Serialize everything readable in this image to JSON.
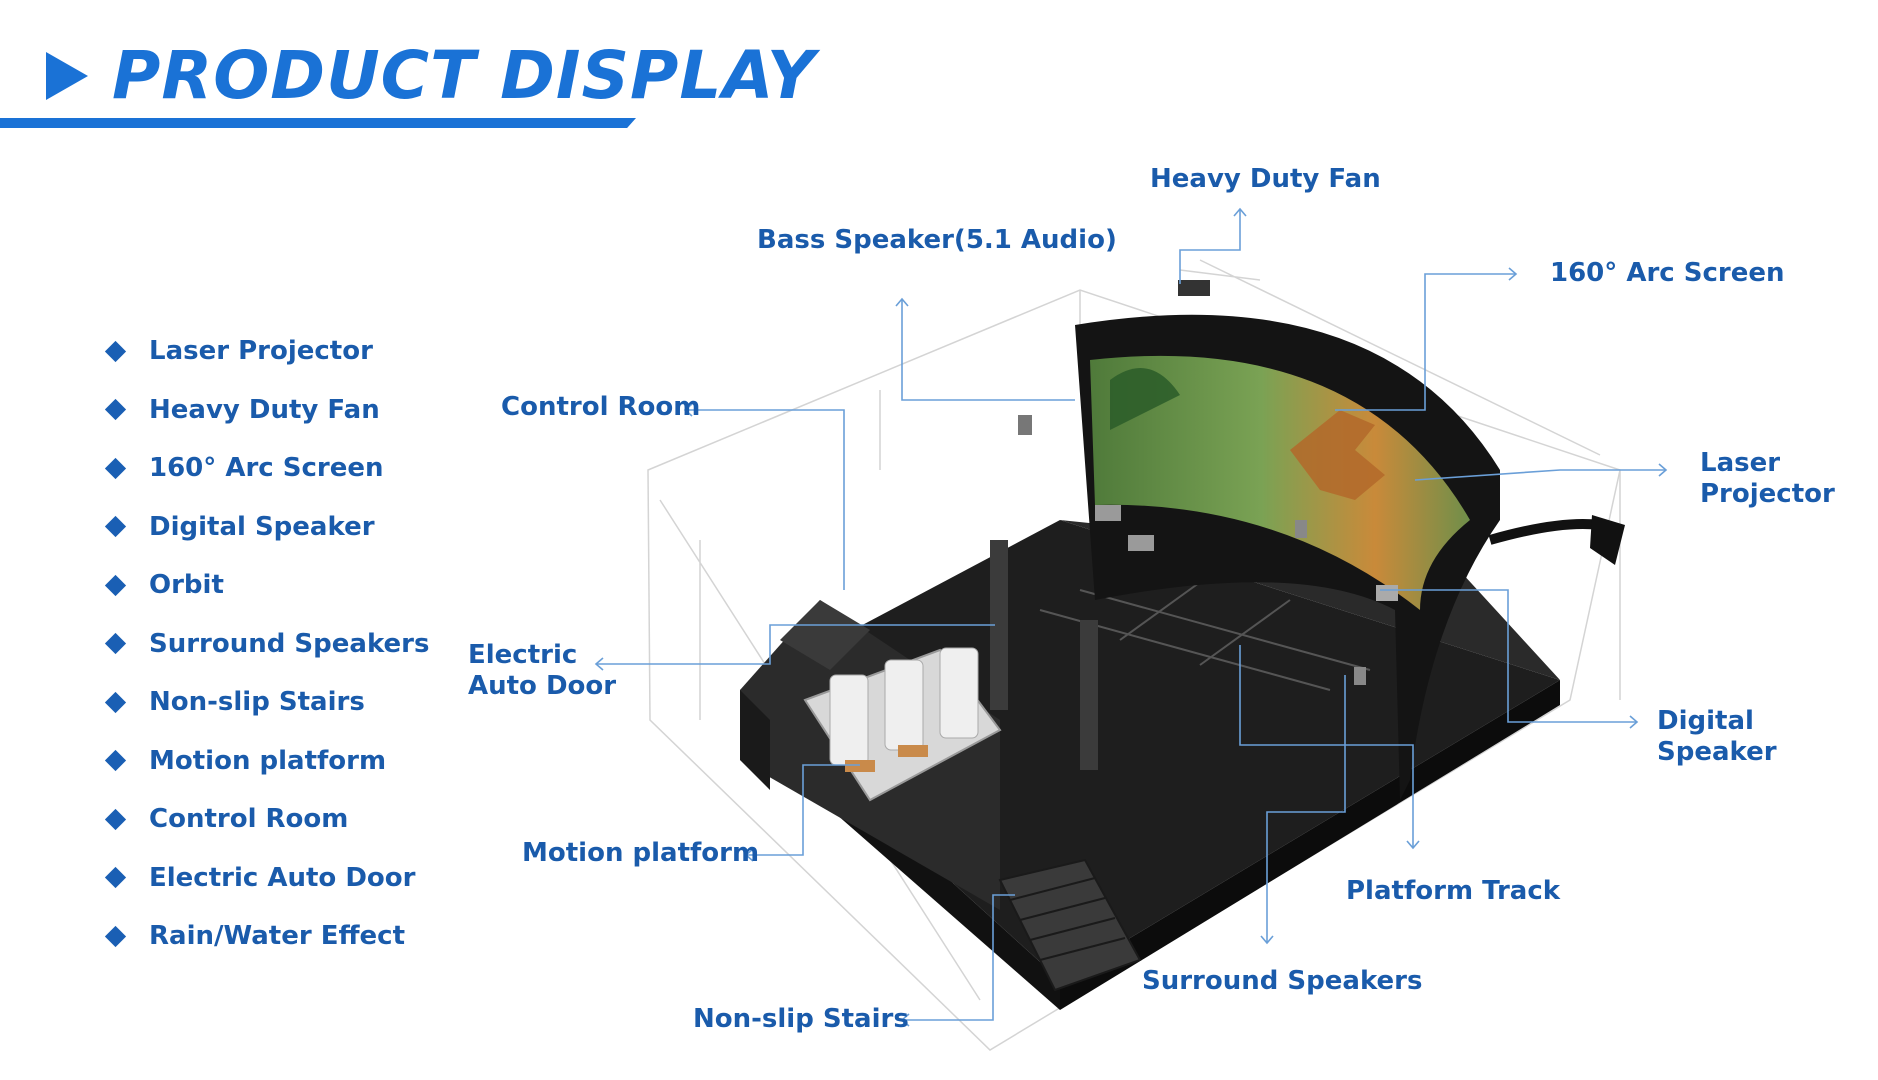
{
  "header": {
    "title": "PRODUCT DISPLAY",
    "icon": "play-arrow-icon",
    "accent_color": "#1a72d6"
  },
  "features": [
    "Laser Projector",
    "Heavy Duty Fan",
    "160° Arc Screen",
    "Digital Speaker",
    "Orbit",
    "Surround Speakers",
    "Non-slip Stairs",
    "Motion platform",
    "Control Room",
    "Electric Auto Door",
    "Rain/Water Effect"
  ],
  "callouts": {
    "heavy_duty_fan": "Heavy Duty Fan",
    "bass_speaker": "Bass Speaker(5.1 Audio)",
    "arc_screen": "160° Arc Screen",
    "control_room": "Control Room",
    "laser_projector_1": "Laser",
    "laser_projector_2": "Projector",
    "electric_door_1": "Electric",
    "electric_door_2": "Auto Door",
    "digital_speaker_1": "Digital",
    "digital_speaker_2": "Speaker",
    "motion_platform": "Motion platform",
    "platform_track": "Platform Track",
    "surround_speakers": "Surround Speakers",
    "non_slip_stairs": "Non-slip Stairs"
  },
  "colors": {
    "text": "#1a5bab",
    "leader_line": "#6a9fd8",
    "structure": "#2b2b2b"
  }
}
